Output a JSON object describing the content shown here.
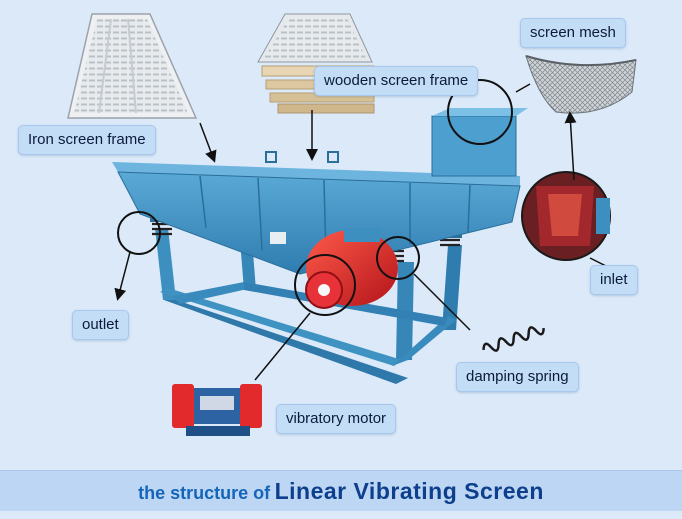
{
  "labels": {
    "iron_screen_frame": "Iron screen frame",
    "wooden_screen_frame": "wooden screen frame",
    "screen_mesh": "screen mesh",
    "inlet": "inlet",
    "outlet": "outlet",
    "damping_spring": "damping spring",
    "vibratory_motor": "vibratory motor"
  },
  "footer": {
    "prefix": "the structure of",
    "title": "Linear Vibrating Screen"
  },
  "colors": {
    "background": "#dbe9f9",
    "machine_body": "#3f93c2",
    "motor": "#e0262a",
    "label_fill": "#c3ddf7",
    "title_text": "#0d3f8c"
  }
}
